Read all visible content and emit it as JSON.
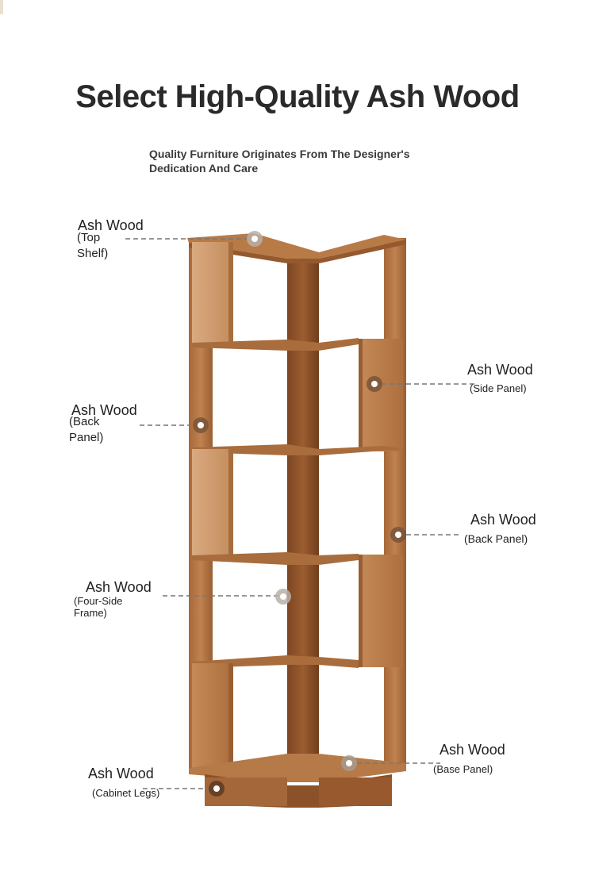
{
  "header": {
    "title": "Select High-Quality Ash Wood",
    "subtitle_line1": "Quality Furniture Originates From The Designer's",
    "subtitle_line2": "Dedication And Care"
  },
  "colors": {
    "wood_light": "#c98f5e",
    "wood_mid": "#b0723f",
    "wood_dark": "#8b5128",
    "callout_line": "#777777"
  },
  "callouts": {
    "top_shelf": {
      "title": "Ash Wood",
      "line1": "(Top",
      "line2": "Shelf)"
    },
    "back_panel_left": {
      "title": "Ash Wood",
      "line1": "(Back",
      "line2": "Panel)"
    },
    "four_side_frame": {
      "title": "Ash Wood",
      "line1": "(Four-Side",
      "line2": "Frame)"
    },
    "cabinet_legs": {
      "title": "Ash Wood",
      "line1": "(Cabinet Legs)"
    },
    "side_panel": {
      "title": "Ash Wood",
      "line1": "(Side Panel)"
    },
    "back_panel_right": {
      "title": "Ash Wood",
      "line1": "(Back Panel)"
    },
    "base_panel": {
      "title": "Ash Wood",
      "line1": "(Base Panel)"
    }
  }
}
